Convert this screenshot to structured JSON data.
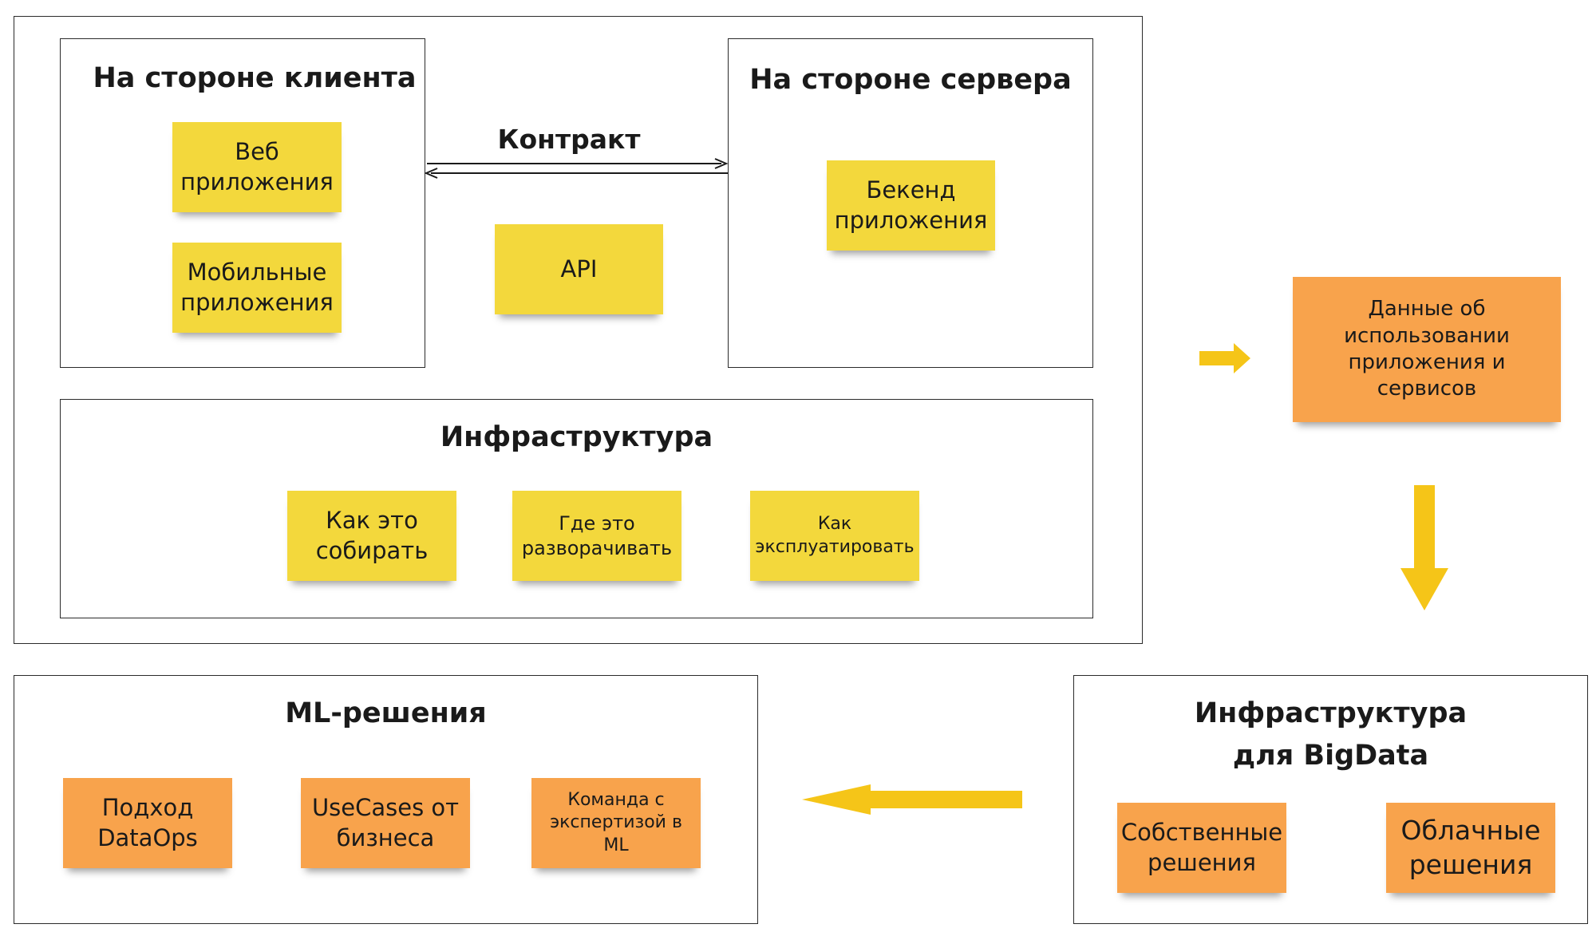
{
  "client_side": {
    "title": "На стороне клиента",
    "notes": [
      "Веб приложения",
      "Мобильные приложения"
    ]
  },
  "server_side": {
    "title": "На стороне сервера",
    "notes": [
      "Бекенд приложения"
    ]
  },
  "contract": {
    "label": "Контракт",
    "note": "API"
  },
  "infrastructure": {
    "title": "Инфраструктура",
    "notes": [
      "Как это собирать",
      "Где это разворачивать",
      "Как эксплуатировать"
    ]
  },
  "usage_data": {
    "note": "Данные об использовании приложения и сервисов"
  },
  "bigdata_infra": {
    "title_line1": "Инфраструктура",
    "title_line2": "для BigData",
    "notes": [
      "Собственные решения",
      "Облачные решения"
    ]
  },
  "ml_solutions": {
    "title": "ML-решения",
    "notes": [
      "Подход DataOps",
      "UseCases от бизнеса",
      "Команда с экспертизой в ML"
    ]
  },
  "colors": {
    "yellow_note": "#f3d83c",
    "orange_note": "#f8a34c",
    "arrow": "#f5c518",
    "border": "#2b2b2b"
  }
}
